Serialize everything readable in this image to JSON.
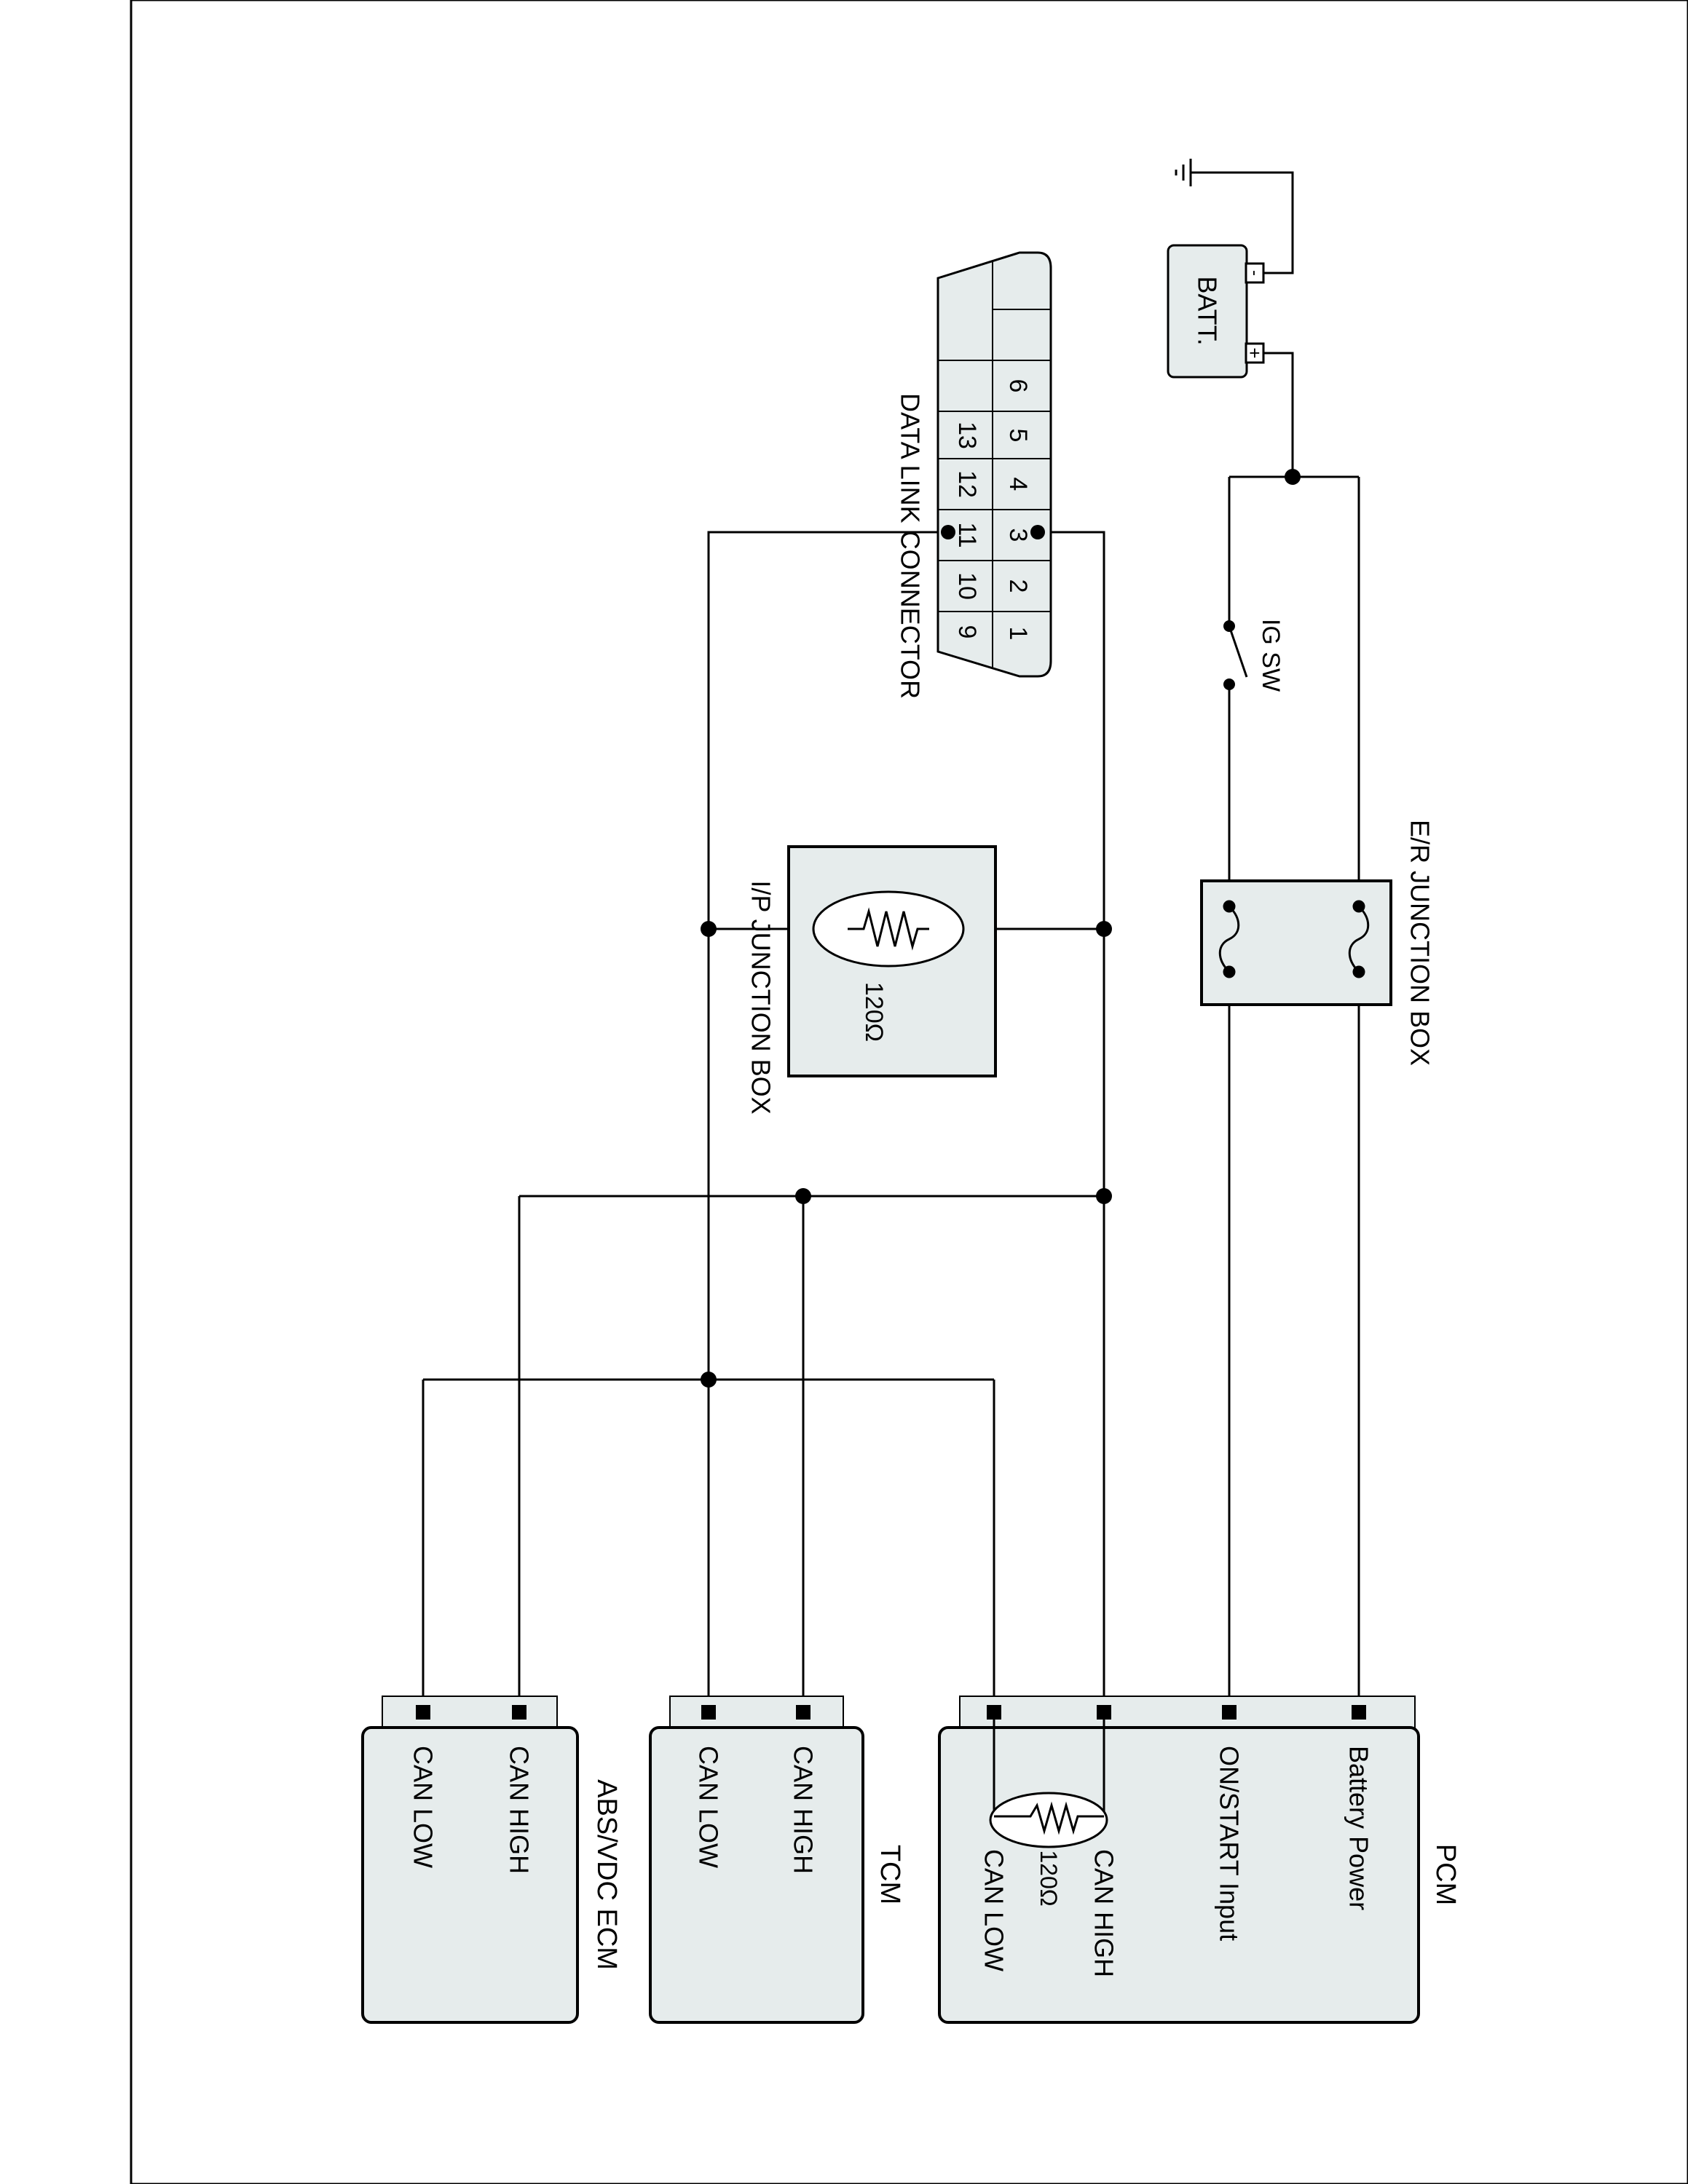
{
  "diagram": {
    "battery": {
      "label": "BATT.",
      "minus_symbol": "-",
      "plus_symbol": "+"
    },
    "ig_switch": {
      "label": "IG SW"
    },
    "er_junction_box": {
      "label": "E/R JUNCTION BOX"
    },
    "data_link_connector": {
      "label": "DATA LINK CONNECTOR",
      "top_row_pins": [
        "1",
        "2",
        "3",
        "4",
        "5",
        "6"
      ],
      "bottom_row_pins": [
        "9",
        "10",
        "11",
        "12",
        "13"
      ]
    },
    "ip_junction_box": {
      "label": "I/P JUNCTION BOX",
      "resistor_value": "120Ω"
    },
    "pcm": {
      "title": "PCM",
      "pins": [
        "Battery Power",
        "ON/START Input",
        "CAN HIGH",
        "CAN LOW"
      ],
      "resistor_value": "120Ω"
    },
    "tcm": {
      "title": "TCM",
      "pins": [
        "CAN HIGH",
        "CAN LOW"
      ]
    },
    "abs_vdc_ecm": {
      "title": "ABS/VDC ECM",
      "pins": [
        "CAN HIGH",
        "CAN LOW"
      ]
    }
  },
  "colors": {
    "box_fill": "#e6ecec",
    "line": "#000000",
    "page": "#ffffff"
  }
}
